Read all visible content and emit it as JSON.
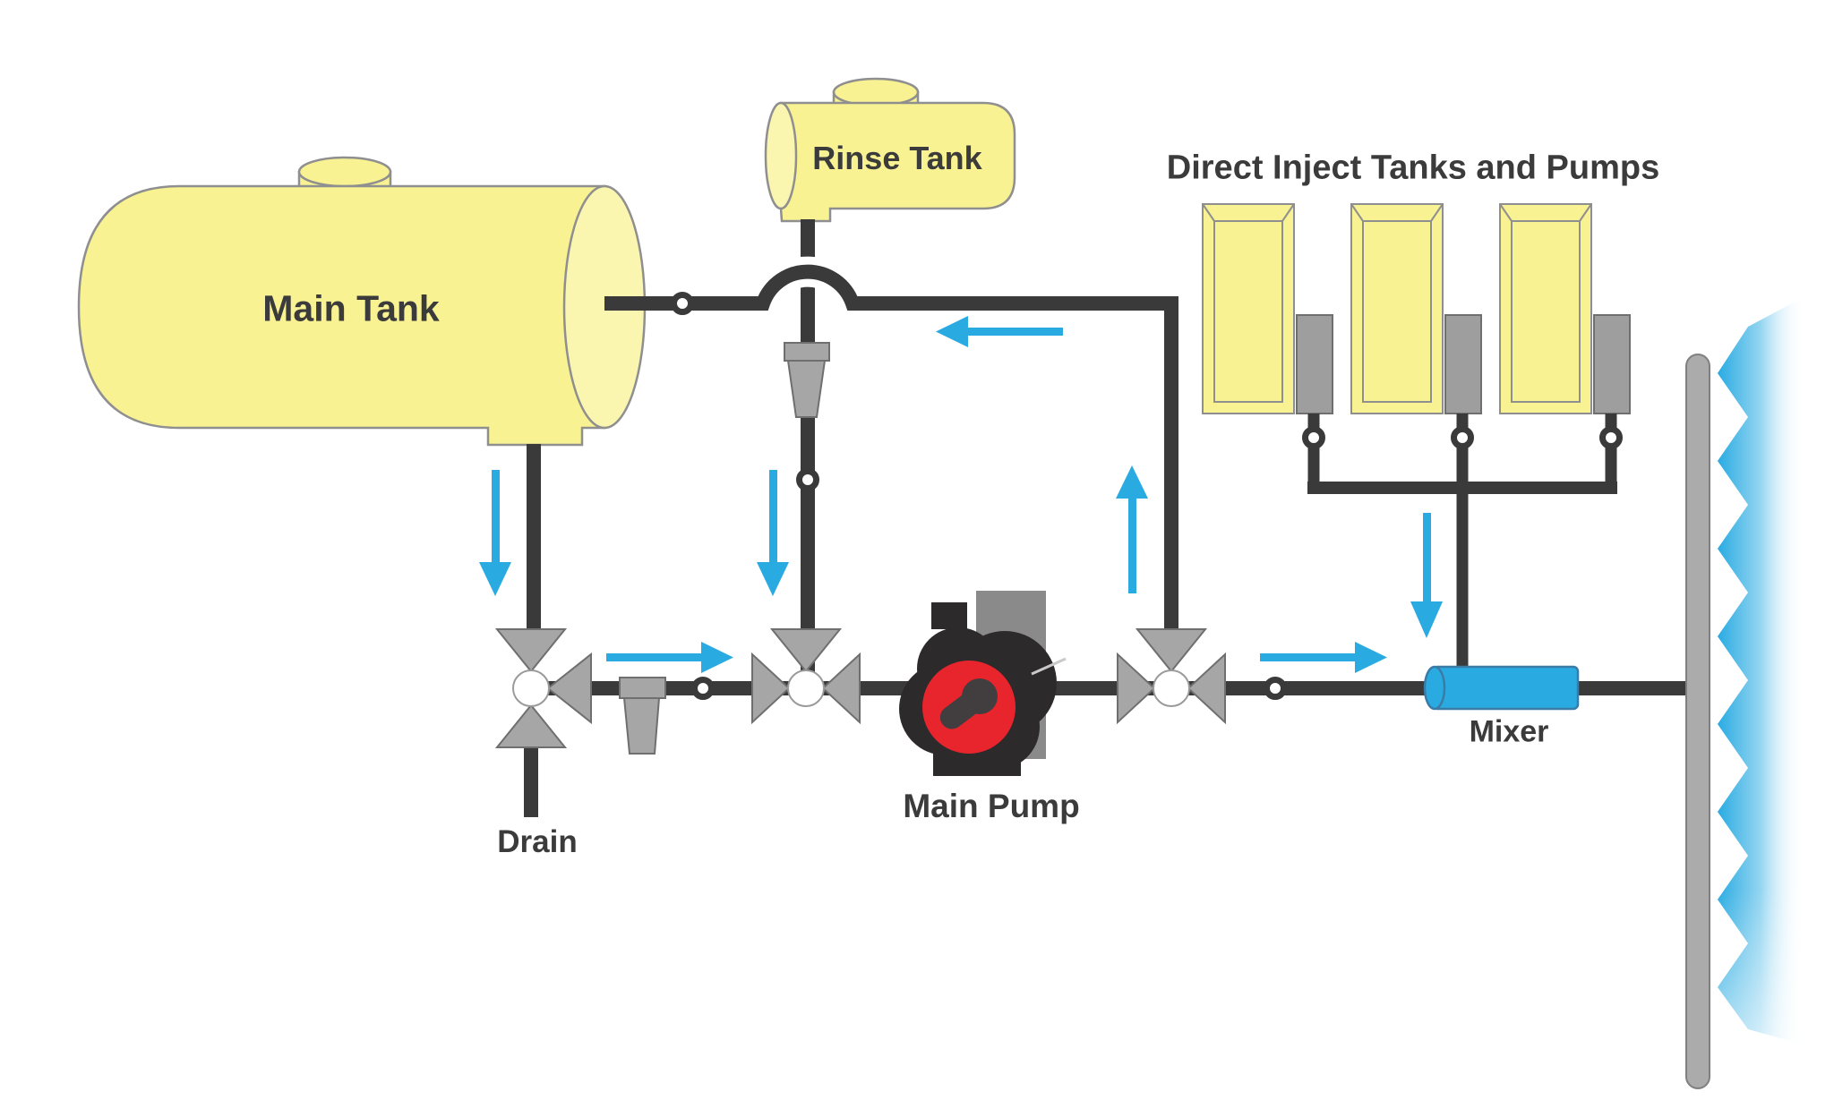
{
  "labels": {
    "main_tank": "Main Tank",
    "rinse_tank": "Rinse Tank",
    "direct_inject_title": "Direct Inject Tanks and Pumps",
    "drain": "Drain",
    "main_pump": "Main Pump",
    "mixer": "Mixer"
  },
  "colors": {
    "tank_yellow": "#F8F293",
    "tank_yellow_light": "#FAF6B0",
    "pipe_dark": "#3A3A3A",
    "hardware_gray": "#A6A6A6",
    "pump_gray": "#9E9E9E",
    "flow_blue": "#29ABE2",
    "pump_red": "#E8252C",
    "pump_body_dark": "#2D2A2B",
    "pump_bracket_gray": "#8A8A8A",
    "boom_gray": "#ABABAB",
    "text_dark": "#3B3B3B",
    "white": "#FFFFFF"
  },
  "flow_arrows": [
    {
      "id": "main-tank-outlet",
      "direction": "down"
    },
    {
      "id": "rinse-line",
      "direction": "down"
    },
    {
      "id": "suction-line",
      "direction": "right"
    },
    {
      "id": "return-line-top",
      "direction": "left"
    },
    {
      "id": "return-riser",
      "direction": "up"
    },
    {
      "id": "boom-feed",
      "direction": "right"
    },
    {
      "id": "inject-line",
      "direction": "down"
    }
  ],
  "components": {
    "tanks": [
      "main-tank",
      "rinse-tank",
      "inject-tank-1",
      "inject-tank-2",
      "inject-tank-3"
    ],
    "valves": [
      "drain-valve",
      "center-valve",
      "return-valve"
    ],
    "pumps": [
      "main-pump",
      "inject-pump-1",
      "inject-pump-2",
      "inject-pump-3"
    ],
    "fittings": [
      "line-strainer",
      "rinse-strainer",
      "mixer",
      "spray-boom",
      "drain-outlet",
      "quick-connectors"
    ]
  }
}
